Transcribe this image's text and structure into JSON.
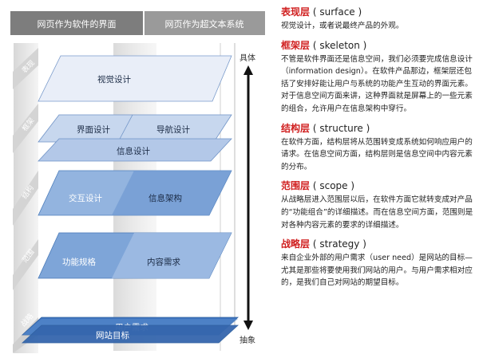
{
  "header": {
    "left": "网页作为软件的界面",
    "right": "网页作为超文本系统"
  },
  "axis": {
    "top": "具体",
    "bottom": "抽象"
  },
  "layers": [
    {
      "side_label": "表现",
      "planes": [
        {
          "label": "视觉设计"
        }
      ]
    },
    {
      "side_label": "框架",
      "planes": [
        {
          "label": "界面设计"
        },
        {
          "label": "导航设计"
        },
        {
          "label": "信息设计"
        }
      ]
    },
    {
      "side_label": "结构",
      "planes": [
        {
          "label": "交互设计"
        },
        {
          "label": "信息架构"
        }
      ]
    },
    {
      "side_label": "范围",
      "planes": [
        {
          "label": "功能规格"
        },
        {
          "label": "内容需求"
        }
      ]
    },
    {
      "side_label": "战略",
      "planes": [
        {
          "label": "用户需求"
        },
        {
          "label": "网站目标"
        }
      ]
    }
  ],
  "colors": {
    "header_left": "#7d7d7d",
    "header_right": "#9a9a9a",
    "layer_fills": [
      "#e9eef8",
      "#c7d7ee",
      "#93b4df",
      "#7ea5d8",
      "#3f74bf"
    ],
    "title_accent": "#d02020"
  },
  "descriptions": [
    {
      "title_zh": "表现层",
      "title_en": "( surface )",
      "body": "视觉设计，或者说最终产品的外观。"
    },
    {
      "title_zh": "框架层",
      "title_en": "( skeleton )",
      "body": "不管是软件界面还是信息空间，我们必须要完成信息设计（information design）。在软件产品那边，框架层还包括了安排好能让用户与系统的功能产生互动的界面元素。对于信息空间方面来讲，这种界面就是屏幕上的一些元素的组合，允许用户在信息架构中穿行。"
    },
    {
      "title_zh": "结构层",
      "title_en": "( structure )",
      "body": "在软件方面，结构层将从范围转变成系统如何响应用户的请求。在信息空间方面，结构层则是信息空间中内容元素的分布。"
    },
    {
      "title_zh": "范围层",
      "title_en": "( scope )",
      "body": "从战略层进入范围层以后，在软件方面它就转变成对产品的“功能组合”的详细描述。而在信息空间方面，范围则是对各种内容元素的要求的详细描述。"
    },
    {
      "title_zh": "战略层",
      "title_en": "( strategy )",
      "body": "来自企业外部的用户需求（user need）是网站的目标—尤其是那些将要使用我们网站的用户。与用户需求相对应的，是我们自己对网站的期望目标。"
    }
  ]
}
